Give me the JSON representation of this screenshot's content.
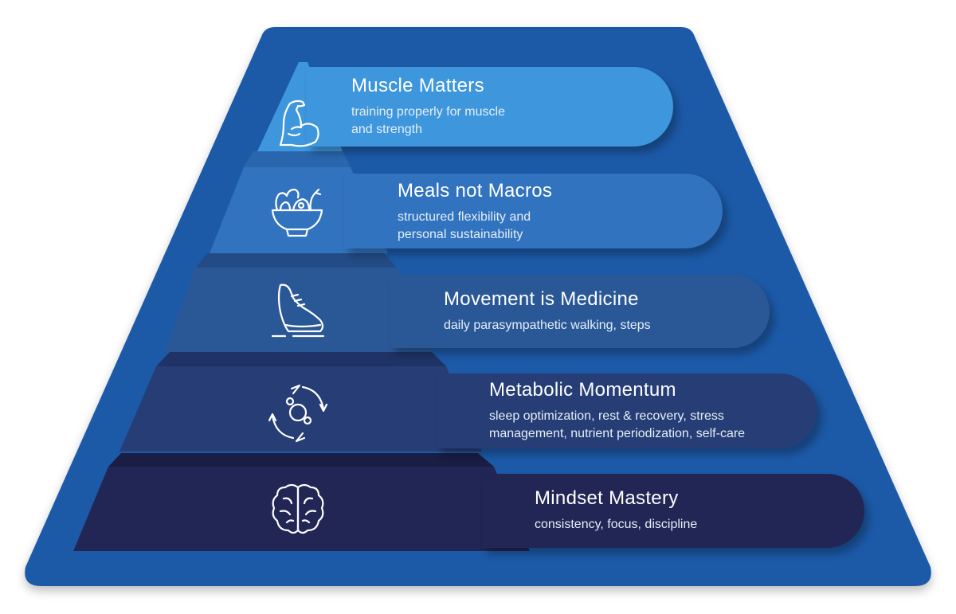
{
  "colors": {
    "frame": "#1f5aa8",
    "tier1": "#3e96dd",
    "tier2": "#3173be",
    "tier3": "#2a5897",
    "tier4": "#263e75",
    "tier5": "#222654"
  },
  "tiers": [
    {
      "title": "Muscle Matters",
      "desc": [
        "training properly for muscle",
        "and strength"
      ],
      "icon": "flexed-bicep-icon"
    },
    {
      "title": "Meals not Macros",
      "desc": [
        "structured flexibility and",
        "personal sustainability"
      ],
      "icon": "salad-bowl-icon"
    },
    {
      "title": "Movement is Medicine",
      "desc": [
        "daily parasympathetic walking, steps"
      ],
      "icon": "running-shoe-icon"
    },
    {
      "title": "Metabolic Momentum",
      "desc": [
        "sleep optimization, rest & recovery, stress",
        "management, nutrient periodization, self-care"
      ],
      "icon": "cycle-arrows-icon"
    },
    {
      "title": "Mindset Mastery",
      "desc": [
        "consistency, focus, discipline"
      ],
      "icon": "brain-icon"
    }
  ]
}
